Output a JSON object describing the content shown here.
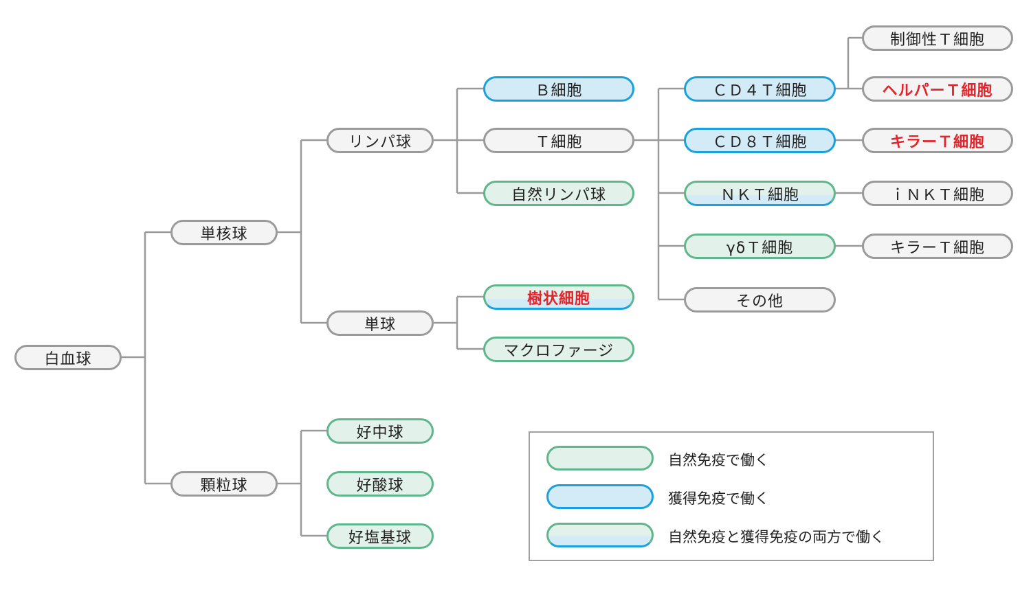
{
  "colors": {
    "line": "#9a9a9a",
    "innate_border": "#5fb58c",
    "innate_fill": "#e2f1ea",
    "acquired_border": "#1aa0dc",
    "acquired_fill": "#d3eaf7",
    "neutral_border": "#9a9a9a",
    "neutral_fill": "#f4f4f4",
    "highlight_text": "#e3242b"
  },
  "nodes": {
    "wbc": "白血球",
    "mononuclear": "単核球",
    "granulocyte": "顆粒球",
    "lymphocyte": "リンパ球",
    "monocyte": "単球",
    "neutrophil": "好中球",
    "eosinophil": "好酸球",
    "basophil": "好塩基球",
    "b_cell": "Ｂ細胞",
    "t_cell": "Ｔ細胞",
    "innate_lymphoid": "自然リンパ球",
    "dendritic": "樹状細胞",
    "macrophage": "マクロファージ",
    "cd4": "ＣＤ４Ｔ細胞",
    "cd8": "ＣＤ８Ｔ細胞",
    "nkt": "ＮＫＴ細胞",
    "gd": "γδＴ細胞",
    "other": "その他",
    "treg": "制御性Ｔ細胞",
    "helper": "ヘルパーＴ細胞",
    "killer": "キラーＴ細胞",
    "inkt": "ｉＮＫＴ細胞",
    "gd_killer": "キラーＴ細胞"
  },
  "legend": {
    "innate": "自然免疫で働く",
    "acquired": "獲得免疫で働く",
    "both": "自然免疫と獲得免疫の両方で働く"
  }
}
